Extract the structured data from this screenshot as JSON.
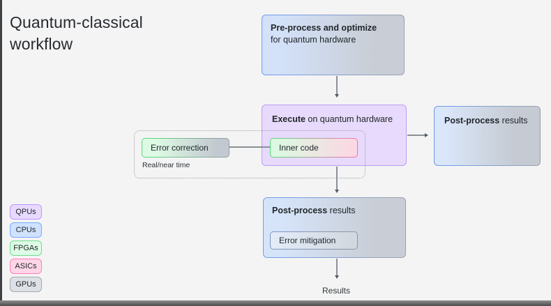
{
  "title": {
    "line1": "Quantum-classical",
    "line2": "workflow"
  },
  "diagram": {
    "preprocess": {
      "title_bold": "Pre-process and optimize",
      "subtitle": "for quantum hardware"
    },
    "execute": {
      "title_bold": "Execute",
      "title_rest": " on quantum hardware",
      "inner_code_label": "Inner code"
    },
    "realtime_group": {
      "error_correction_label": "Error correction",
      "caption": "Real/near time"
    },
    "postprocess_right": {
      "title_bold": "Post-process",
      "title_rest": " results"
    },
    "postprocess_bottom": {
      "title_bold": "Post-process",
      "title_rest": " results",
      "error_mitigation_label": "Error mitigation"
    },
    "results_label": "Results"
  },
  "legend": {
    "items": [
      {
        "label": "QPUs",
        "fill": "#e8daff",
        "border": "#be95ff"
      },
      {
        "label": "CPUs",
        "fill": "#d0e2ff",
        "border": "#78a9ff"
      },
      {
        "label": "FPGAs",
        "fill": "#defbe6",
        "border": "#6fdc8c"
      },
      {
        "label": "ASICs",
        "fill": "#ffd6e8",
        "border": "#ff7eb6"
      },
      {
        "label": "GPUs",
        "fill": "#dde1e6",
        "border": "#a2a9b0"
      }
    ]
  },
  "colors": {
    "background": "#f4f4f4",
    "text": "#21272a",
    "purple_fill": "#e7dafc",
    "purple_border": "#bc9cf5",
    "blue_fill": "#d3e1f9",
    "blue_border": "#6f9cf2",
    "green_border": "#5ad77e",
    "pink_border": "#f773ab",
    "gray_fill": "#c9ced6",
    "gray_border": "#9aa1ab",
    "connector": "#8a9097"
  }
}
